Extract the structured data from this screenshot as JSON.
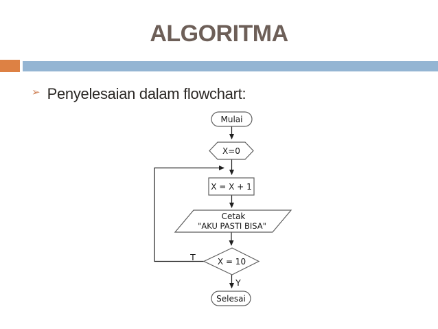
{
  "slide": {
    "title": "ALGORITMA",
    "bullet": {
      "marker": "➢",
      "text": "Penyelesaian dalam flowchart:"
    },
    "colors": {
      "title_text": "#6d5f58",
      "accent_orange": "#dd8144",
      "accent_blue": "#94b5d3",
      "body_text": "#2b2825",
      "shape_border": "#5f5f5f",
      "connector": "#1f1f1f"
    },
    "flowchart": {
      "start": "Mulai",
      "init": "X=0",
      "process": "X = X + 1",
      "output_line1": "Cetak",
      "output_line2": "\"AKU PASTI BISA\"",
      "decision": "X = 10",
      "label_false": "T",
      "label_true": "Y",
      "end": "Selesai"
    }
  }
}
